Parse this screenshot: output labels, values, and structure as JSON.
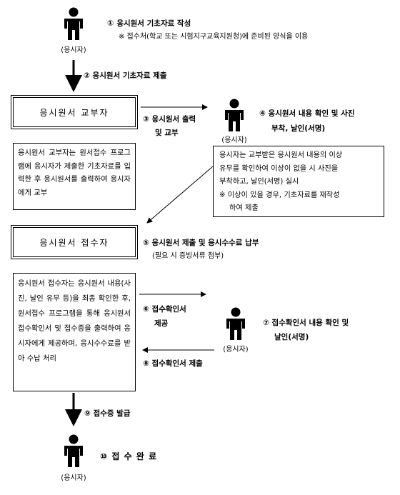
{
  "person_label": "(응시자)",
  "steps": {
    "s1": {
      "num": "①",
      "text": "응시원서 기초자료 작성",
      "note": "※ 접수처(학교 또는 시험지구교육지원청)에 준비된 양식을 이용"
    },
    "s2": {
      "num": "②",
      "text": "응시원서 기초자료 제출"
    },
    "s3": {
      "num": "③",
      "line1": "응시원서 출력",
      "line2": "및 교부"
    },
    "s4": {
      "num": "④",
      "line1": "응시원서 내용 확인 및 사진",
      "line2": "부착, 날인(서명)"
    },
    "s5": {
      "num": "⑤",
      "text": "응시원서 제출 및 응시수수료 납부",
      "note": "(필요 시 증빙서류 첨부)"
    },
    "s6a": {
      "num": "⑥",
      "line1": "접수확인서",
      "line2": "제공"
    },
    "s7": {
      "num": "⑦",
      "line1": "접수확인서 내용 확인 및",
      "line2": "날인(서명)"
    },
    "s8": {
      "num": "⑧",
      "text": "접수확인서 제출"
    },
    "s9": {
      "num": "⑨",
      "text": "접수증 발급"
    },
    "s10": {
      "num": "⑩",
      "text": "접 수 완 료"
    }
  },
  "boxes": {
    "issuer_title": "응시원서 교부자",
    "issuer_desc": "응시원서 교부자는 원서접수 프로그램에 응시자가 제출한 기초자료를 입력한 후 응시원서를 출력하여 응시자에게 교부",
    "applicant_desc_lines": [
      "응시자는 교부받은 응시원서 내용의 이상",
      "유무를 확인하여 이상이 없을 시 사진을",
      "부착하고, 날인(서명) 실시",
      "※ 이상이 있을 경우, 기초자료를 재작성",
      "하여 제출"
    ],
    "receiver_title": "응시원서 접수자",
    "receiver_desc": "응시원서 접수자는 응시원서 내용(사진, 날인 유무 등)을 최종 확인한 후, 원서접수 프로그램을 통해 응시원서 접수확인서 및 접수증을 출력하여 응시자에게 제공하며, 응시수수료를 받아 수납 처리"
  }
}
